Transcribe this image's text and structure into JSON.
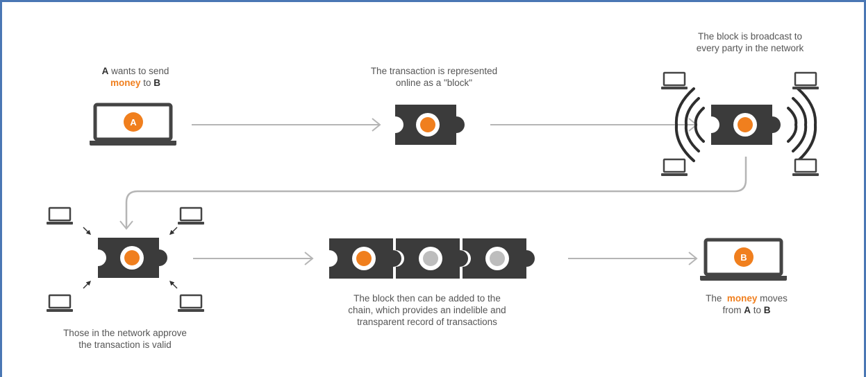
{
  "colors": {
    "accent": "#f07f1e",
    "block": "#3b3b3b",
    "chained_dot": "#bdbdbd",
    "arrow": "#b5b5b5",
    "text": "#555555",
    "border": "#4a77b4"
  },
  "icons": {
    "laptop": "laptop-icon",
    "block": "puzzle-block-icon",
    "broadcast": "broadcast-waves-icon",
    "arrow": "arrow-right-icon"
  },
  "steps": {
    "send": {
      "part1_bold": "A",
      "part2": " wants to send",
      "part3_highlight": "money",
      "part4": " to ",
      "part5_bold": "B",
      "laptop_label": "A"
    },
    "represent": {
      "line1": "The transaction is represented",
      "line2": "online as a \"block\""
    },
    "broadcast": {
      "line1": "The block is broadcast to",
      "line2": "every party in the network"
    },
    "approve": {
      "line1": "Those in the network approve",
      "line2": "the transaction is valid"
    },
    "chain": {
      "line1": "The block then can be added to the",
      "line2": "chain, which provides an indelible and",
      "line3": "transparent record of transactions"
    },
    "receive": {
      "part1": "The  ",
      "part2_highlight": "money",
      "part3": " moves",
      "part4": "from ",
      "part5_bold": "A",
      "part6": " to ",
      "part7_bold": "B",
      "laptop_label": "B"
    }
  }
}
